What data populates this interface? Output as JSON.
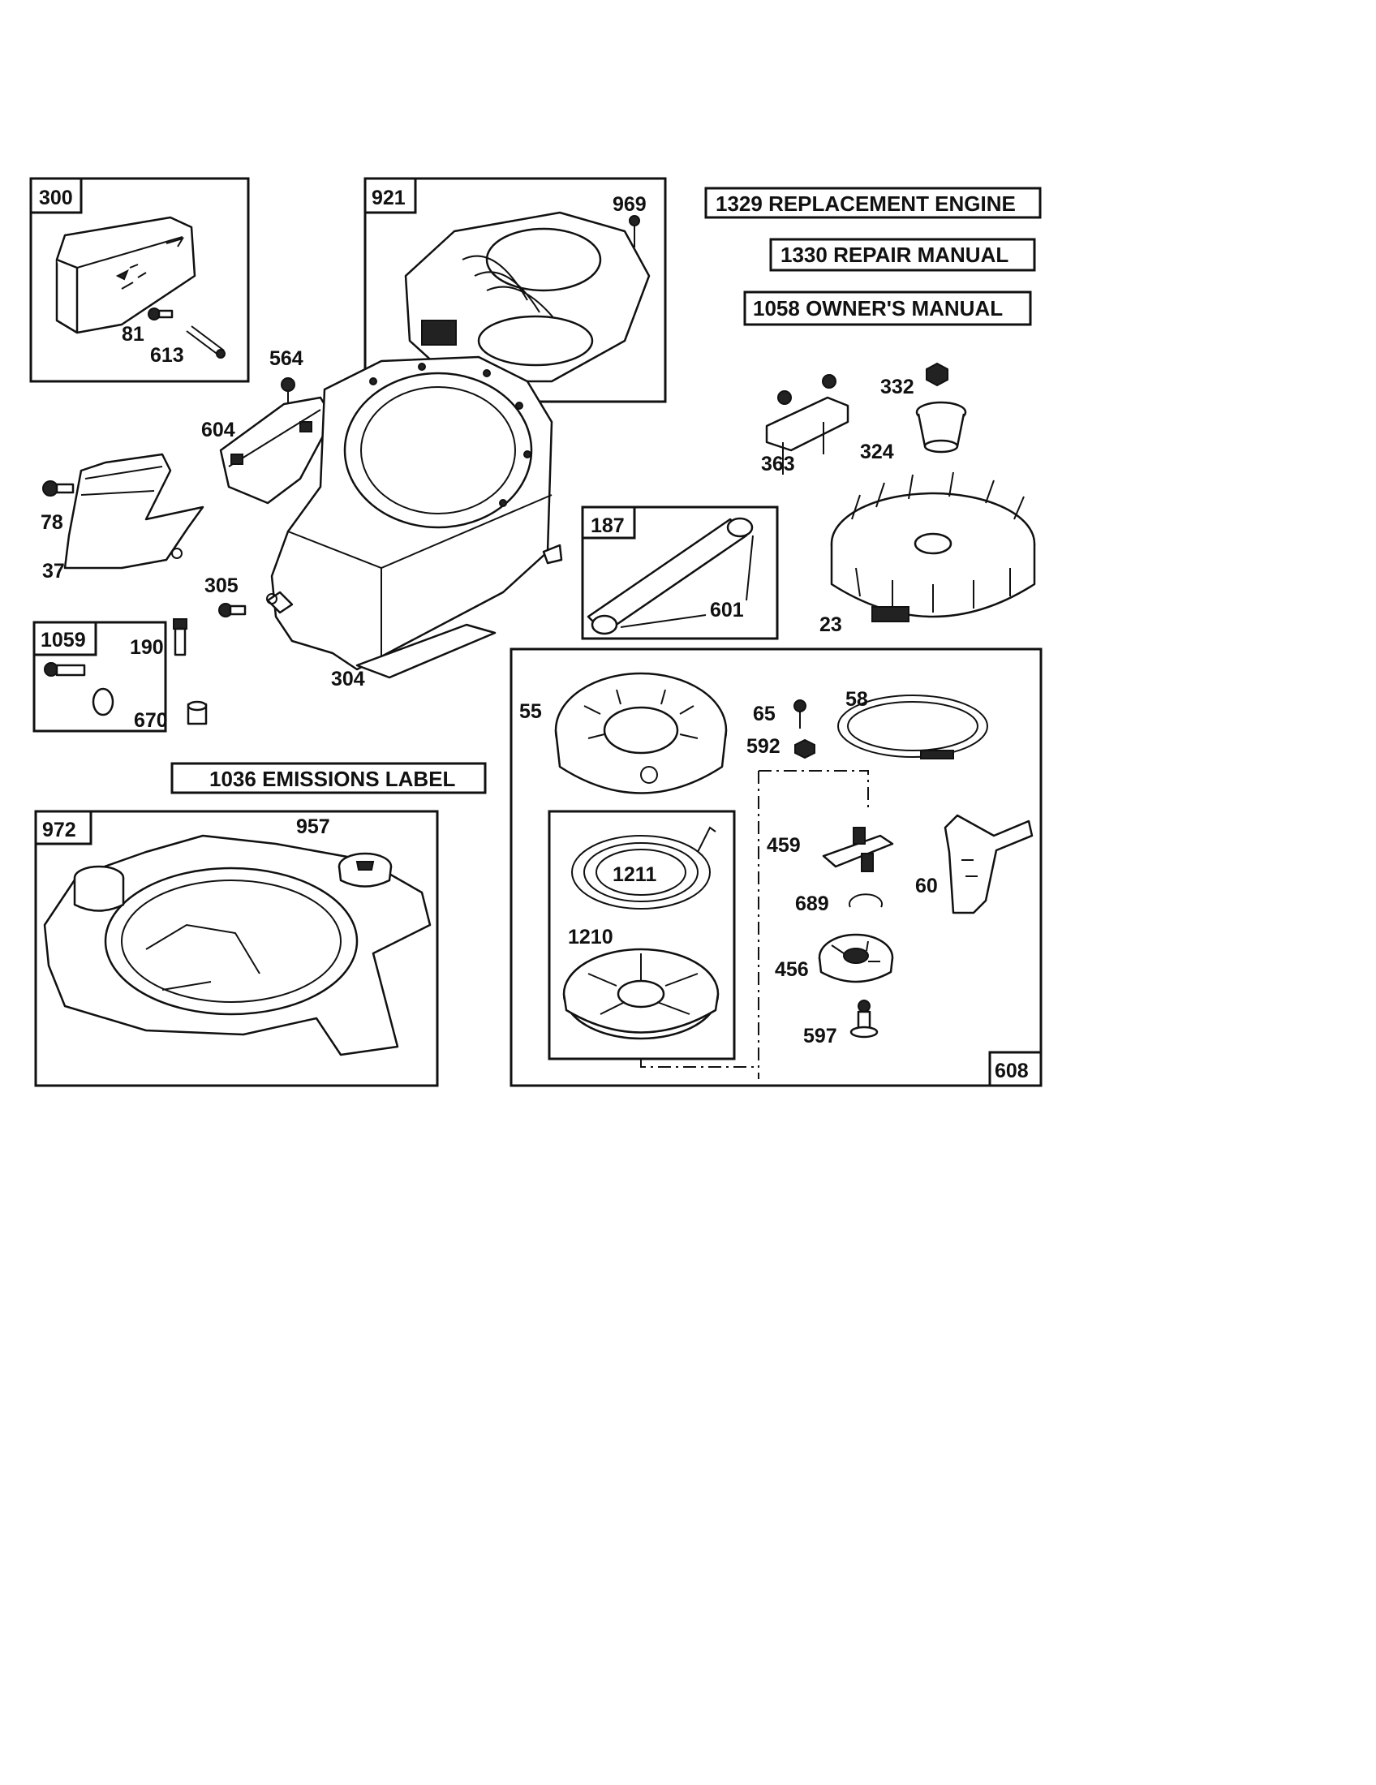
{
  "kits": {
    "k300": "300",
    "k921": "921",
    "k187": "187",
    "k1059": "1059",
    "k972": "972",
    "k608": "608"
  },
  "notes": {
    "replacement_engine": "1329 REPLACEMENT ENGINE",
    "repair_manual": "1330 REPAIR MANUAL",
    "owners_manual": "1058 OWNER'S MANUAL",
    "emissions_label": "1036 EMISSIONS LABEL"
  },
  "parts": {
    "p81": "81",
    "p613": "613",
    "p969": "969",
    "p564": "564",
    "p604": "604",
    "p78": "78",
    "p37": "37",
    "p305": "305",
    "p190": "190",
    "p304": "304",
    "p670": "670",
    "p601": "601",
    "p363": "363",
    "p332": "332",
    "p324": "324",
    "p23": "23",
    "p957": "957",
    "p55": "55",
    "p65": "65",
    "p592": "592",
    "p58": "58",
    "p459": "459",
    "p1211": "1211",
    "p1210": "1210",
    "p689": "689",
    "p60": "60",
    "p456": "456",
    "p597": "597"
  }
}
